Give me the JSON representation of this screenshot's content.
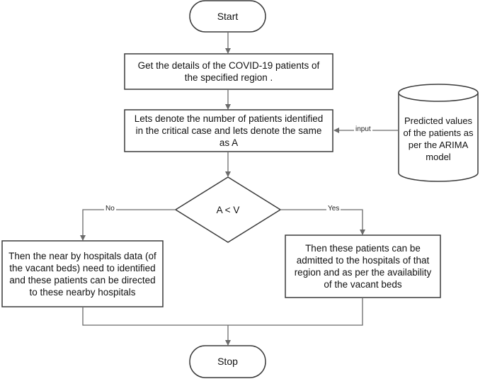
{
  "nodes": {
    "start": "Start",
    "get_details": "Get the details of the COVID-19 patients of the specified region .",
    "denote": "Lets denote the number of patients identified in the critical case and lets denote the same as A",
    "database": "Predicted values of the patients as per the ARIMA model",
    "decision": "A < V",
    "no_branch": "Then the near by hospitals data (of the vacant beds) need to identified and these patients can be directed to these nearby hospitals",
    "yes_branch": "Then these patients can be admitted to the hospitals of that region and as per the availability of the vacant beds",
    "stop": "Stop"
  },
  "edges": {
    "input_label": "input",
    "no_label": "No",
    "yes_label": "Yes"
  },
  "colors": {
    "stroke": "#3a3a3a",
    "arrow": "#6b6b6b",
    "fill": "#ffffff"
  }
}
